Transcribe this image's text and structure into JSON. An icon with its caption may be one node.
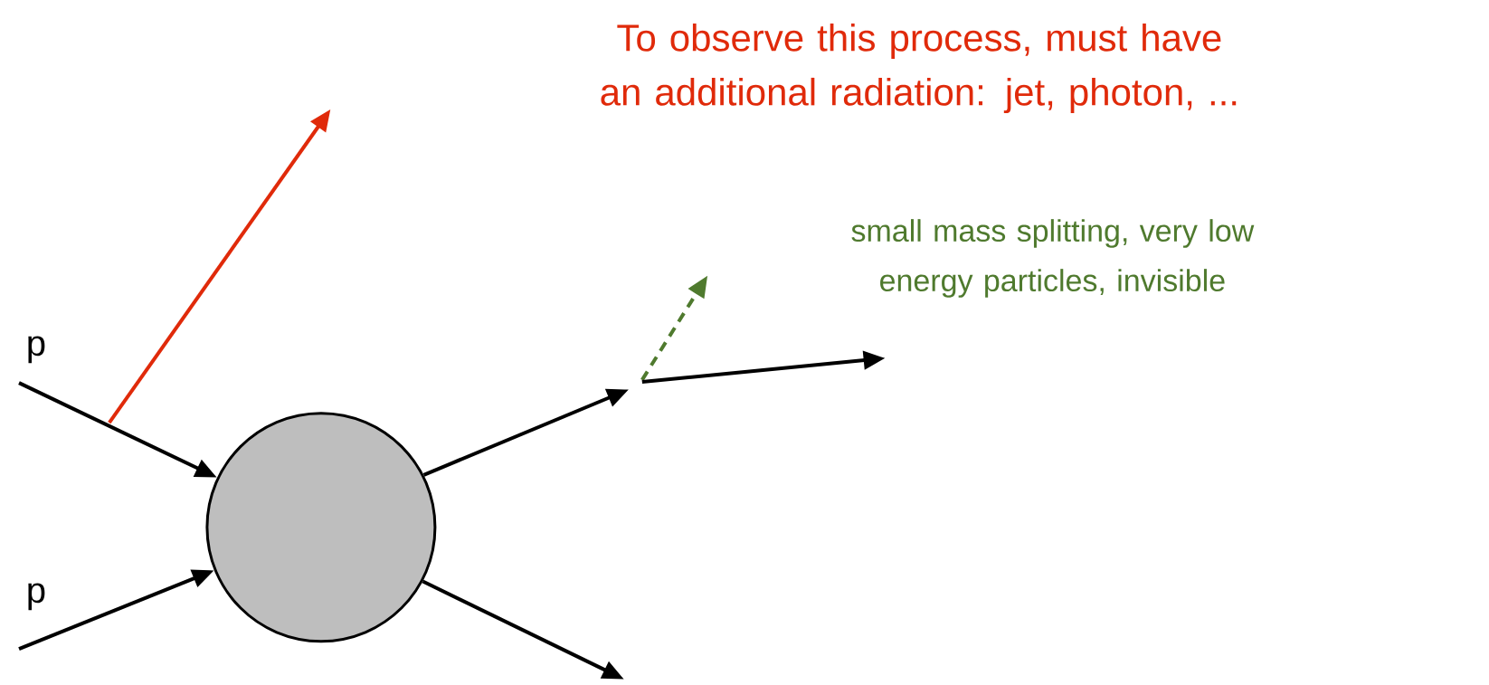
{
  "diagram": {
    "nodes": [
      {
        "text": [
          "p"
        ]
      },
      {
        "text": [
          "p"
        ]
      },
      {
        "text": [],
        "shape": "circle"
      },
      {
        "text": [
          "To observe this process, must have an additional radiation: jet, photon, ..."
        ]
      },
      {
        "text": [
          "small mass splitting, very low energy particles, invisible"
        ]
      }
    ],
    "edges": [
      {
        "from": 0,
        "to": 2,
        "arrow": "to"
      },
      {
        "from": 1,
        "to": 2,
        "arrow": "to"
      },
      {
        "from": 2,
        "to": null,
        "arrow": "to"
      },
      {
        "from": 2,
        "to": null,
        "arrow": "to"
      }
    ]
  }
}
